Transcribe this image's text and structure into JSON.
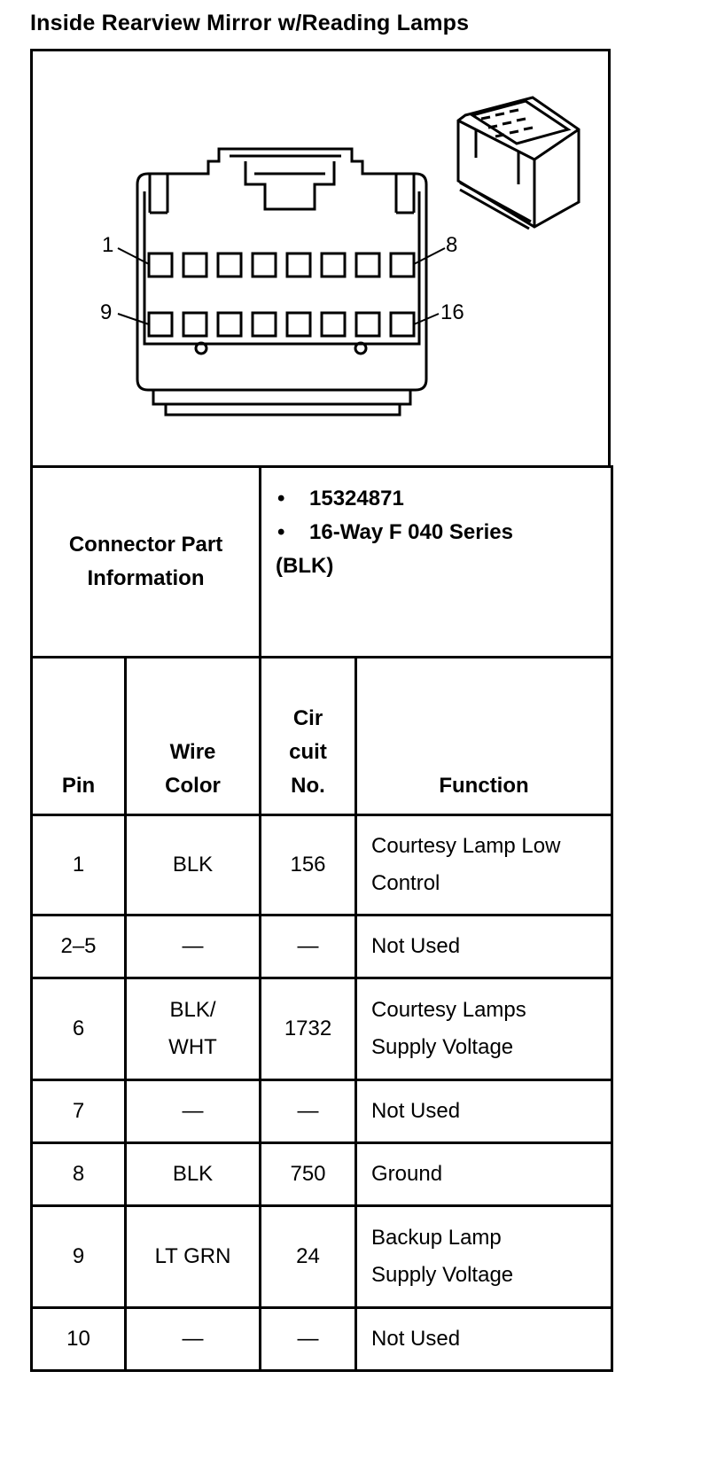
{
  "title": "Inside Rearview Mirror w/Reading Lamps",
  "connector": {
    "pin_labels": {
      "top_left": "1",
      "top_right": "8",
      "bottom_left": "9",
      "bottom_right": "16"
    }
  },
  "part_info": {
    "label": "Connector Part Information",
    "items": [
      "15324871",
      "16-Way F 040 Series"
    ],
    "color_suffix": "(BLK)"
  },
  "pin_table": {
    "headers": {
      "pin": "Pin",
      "wire_color": "Wire Color",
      "circuit": "Cir cuit No.",
      "function": "Function"
    },
    "rows": [
      {
        "pin": "1",
        "wire": "BLK",
        "circuit": "156",
        "function": "Courtesy Lamp Low Control"
      },
      {
        "pin": "2–5",
        "wire": "—",
        "circuit": "—",
        "function": "Not Used"
      },
      {
        "pin": "6",
        "wire": "BLK/ WHT",
        "circuit": "1732",
        "function": "Courtesy Lamps Supply Voltage"
      },
      {
        "pin": "7",
        "wire": "—",
        "circuit": "—",
        "function": "Not Used"
      },
      {
        "pin": "8",
        "wire": "BLK",
        "circuit": "750",
        "function": "Ground"
      },
      {
        "pin": "9",
        "wire": "LT GRN",
        "circuit": "24",
        "function": "Backup Lamp Supply Voltage"
      },
      {
        "pin": "10",
        "wire": "—",
        "circuit": "—",
        "function": "Not Used"
      }
    ]
  }
}
